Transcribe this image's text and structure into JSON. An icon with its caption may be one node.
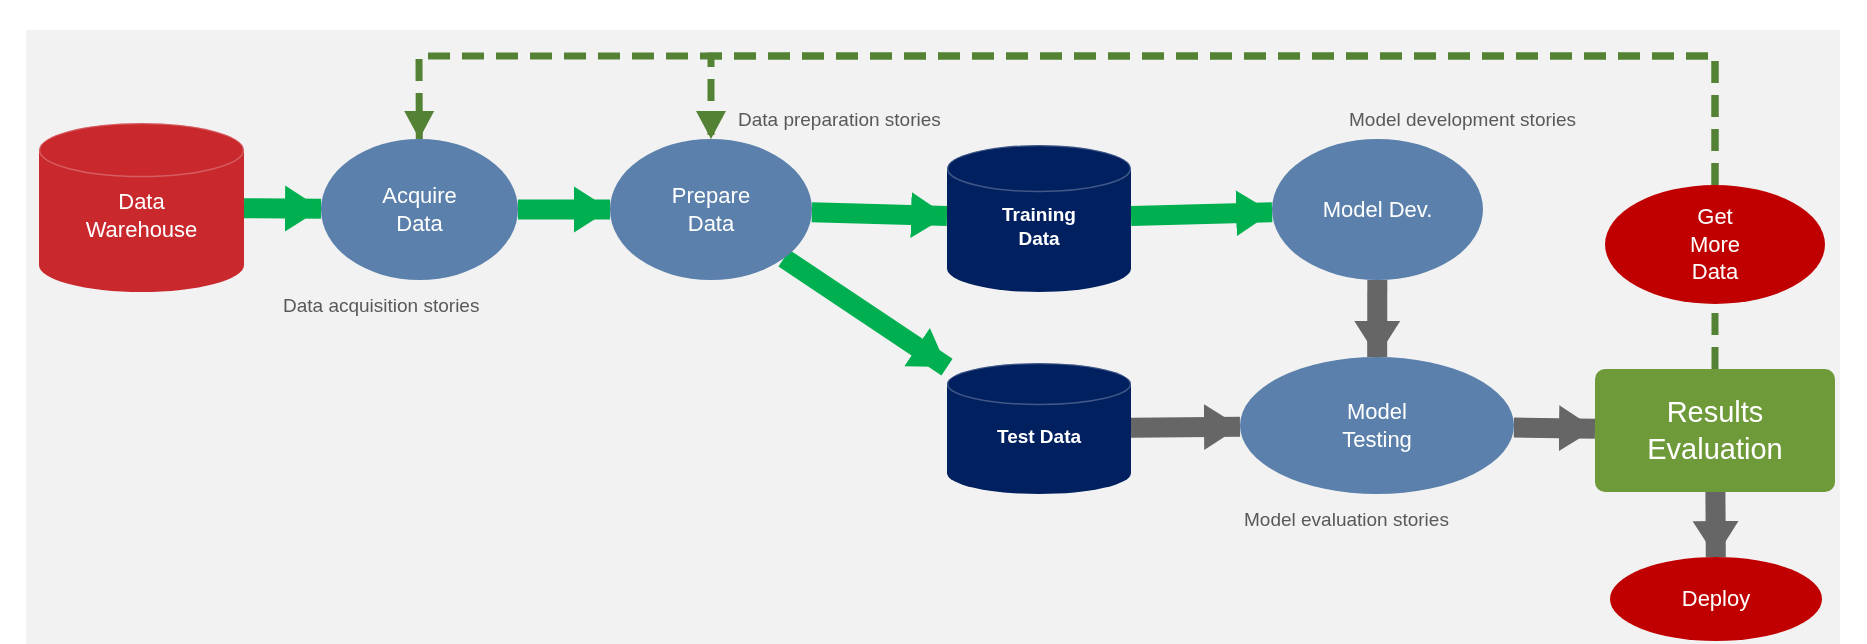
{
  "diagram": {
    "nodes": [
      {
        "text": [
          "Data Warehouse"
        ]
      },
      {
        "text": [
          "Acquire Data"
        ]
      },
      {
        "text": [
          "Prepare Data"
        ]
      },
      {
        "text": [
          "Training Data"
        ]
      },
      {
        "text": [
          "Model Dev."
        ]
      },
      {
        "text": [
          "Get More Data"
        ]
      },
      {
        "text": [
          "Test Data"
        ]
      },
      {
        "text": [
          "Model Testing"
        ]
      },
      {
        "text": [
          "Results Evaluation"
        ]
      },
      {
        "text": [
          "Deploy"
        ]
      }
    ],
    "edges": [
      {
        "from": 0,
        "to": 1,
        "arrow": "to"
      },
      {
        "from": 1,
        "to": 2,
        "arrow": "to"
      },
      {
        "from": 2,
        "to": 3,
        "arrow": "to"
      },
      {
        "from": 3,
        "to": 4,
        "arrow": "to"
      },
      {
        "from": 2,
        "to": 6,
        "arrow": "to"
      },
      {
        "from": 4,
        "to": 7,
        "arrow": "to",
        "color": "#666666"
      },
      {
        "from": 6,
        "to": 7,
        "arrow": "to",
        "color": "#666666"
      },
      {
        "from": 7,
        "to": 8,
        "arrow": "to",
        "color": "#666666"
      },
      {
        "from": 8,
        "to": 9,
        "arrow": "to",
        "color": "#666666"
      },
      {
        "from": 8,
        "to": 5,
        "arrow": "none",
        "style": "dashed",
        "color": "#548235"
      },
      {
        "from": 5,
        "to": 1,
        "arrow": "to",
        "style": "dashed",
        "color": "#548235"
      },
      {
        "from": 5,
        "to": 2,
        "arrow": "to",
        "style": "dashed",
        "color": "#548235"
      }
    ],
    "labels": [
      "Data preparation stories",
      "Model development stories",
      "Data acquisition stories",
      "Model evaluation stories"
    ]
  }
}
